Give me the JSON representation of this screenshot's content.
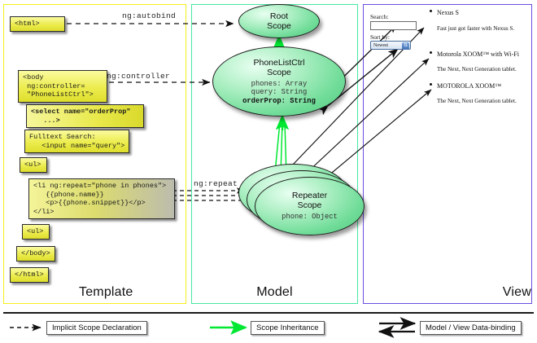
{
  "columns": {
    "template": {
      "label": "Template"
    },
    "model": {
      "label": "Model"
    },
    "view": {
      "label": "View"
    }
  },
  "template_boxes": [
    {
      "id": "html-open",
      "text": "<html>"
    },
    {
      "id": "body-open",
      "text": "<body\n ng:controller=\n \"PhoneListCtrl\">"
    },
    {
      "id": "select",
      "text": "<select name=\"orderProp\"\n   ...>"
    },
    {
      "id": "fulltext",
      "text": "Fulltext Search:\n   <input name=\"query\">"
    },
    {
      "id": "ul-open",
      "text": "<ul>"
    },
    {
      "id": "li-repeat",
      "text": "<li ng:repeat=\"phone in phones\">\n   {{phone.name}}\n   <p>{{phone.snippet}}</p>\n</li>"
    },
    {
      "id": "ul-close",
      "text": "<ul>"
    },
    {
      "id": "body-close",
      "text": "</body>"
    },
    {
      "id": "html-close",
      "text": "</html>"
    }
  ],
  "edge_labels": {
    "autobind": "ng:autobind",
    "controller": "ng:controller",
    "repeat": "ng:repeat"
  },
  "scopes": [
    {
      "id": "root",
      "title": "Root\nScope",
      "title_lines": [
        "Root",
        "Scope"
      ],
      "props": []
    },
    {
      "id": "phonelist",
      "title": "PhoneListCtrl Scope",
      "title_lines": [
        "PhoneListCtrl",
        "Scope"
      ],
      "props": [
        "phones: Array",
        "query: String",
        "orderProp: String"
      ],
      "bold_prop": "orderProp: String"
    },
    {
      "id": "repeater",
      "title": "Repeater Scope",
      "title_lines": [
        "Repeater",
        "Scope"
      ],
      "props": [
        "phone: Object"
      ]
    }
  ],
  "scope_text": {
    "root_line1": "Root",
    "root_line2": "Scope",
    "phonelist_line1": "PhoneListCtrl",
    "phonelist_line2": "Scope",
    "phonelist_prop1": "phones: Array",
    "phonelist_prop2": "query: String",
    "phonelist_prop3": "orderProp: String",
    "repeater_line1": "Repeater",
    "repeater_line2": "Scope",
    "repeater_prop1": "phone: Object"
  },
  "view": {
    "search_label": "Search:",
    "search_value": "",
    "sort_label": "Sort by:",
    "sort_selected": "Newest",
    "sort_options": [
      "Newest"
    ],
    "phones": [
      {
        "name": "Nexus S",
        "snippet": "Fast just got faster with Nexus S."
      },
      {
        "name": "Motorola XOOM™ with Wi-Fi",
        "snippet": "The Next, Next Generation tablet."
      },
      {
        "name": "MOTOROLA XOOM™",
        "snippet": "The Next, Next Generation tablet."
      }
    ]
  },
  "legend": [
    {
      "id": "implicit",
      "label": "Implicit Scope Declaration",
      "style": "dashed-black"
    },
    {
      "id": "inheritance",
      "label": "Scope Inheritance",
      "style": "solid-green"
    },
    {
      "id": "databinding",
      "label": "Model / View Data-binding",
      "style": "double-black"
    }
  ],
  "colors": {
    "template_border": "#f2ef1e",
    "model_border": "#45e8a0",
    "view_border": "#6b4fe0",
    "scope_fill": "#6fdc98",
    "code_box_fill": "#ecec4e",
    "inheritance_arrow": "#00e832"
  }
}
